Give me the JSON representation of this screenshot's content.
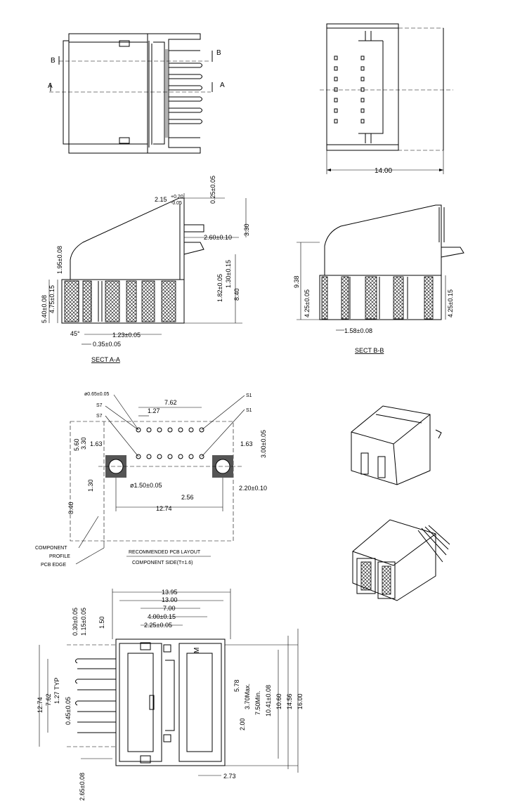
{
  "views": {
    "top": {
      "section_a": "A",
      "section_b": "B"
    },
    "front": {
      "width_dim": "14.00"
    },
    "sect_aa": {
      "title": "SECT A-A",
      "dims": [
        "2.15",
        "+0.20",
        "-0.05",
        "0.25±0.05",
        "2.60±0.10",
        "3.30",
        "1.95±0.08",
        "5.40±0.08",
        "4.75±0.15",
        "1.82±0.05",
        "1.30±0.15",
        "8.40",
        "1.23±0.05",
        "0.35±0.05",
        "45°"
      ]
    },
    "sect_bb": {
      "title": "SECT B-B",
      "dims": [
        "9.38",
        "4.25±0.05",
        "4.25±0.15",
        "1.58±0.08"
      ]
    },
    "pcb": {
      "title": "RECOMMENDED PCB LAYOUT",
      "subtitle": "COMPONENT SIDE(T=1.6)",
      "labels": [
        "ø0.65±0.05",
        "S7",
        "S7",
        "7.62",
        "1.27",
        "S1",
        "S1",
        "5.60",
        "3.30",
        "1.63",
        "1.63",
        "3.00±0.05",
        "1.30",
        "ø1.50±0.05",
        "2.20±0.10",
        "2.56",
        "8.40",
        "12.74"
      ],
      "component_profile": [
        "COMPONENT",
        "PROFILE"
      ],
      "pcb_edge": "PCB EDGE"
    },
    "bottom": {
      "dims_top": [
        "13.95",
        "13.00",
        "7.00",
        "4.00±0.15",
        "2.25±0.05"
      ],
      "dims_left": [
        "0.30±0.05",
        "1.15±0.05",
        "1.50",
        "12.74",
        "7.62",
        "1.27 TYP",
        "0.45±0.05",
        "2.65±0.08"
      ],
      "dims_right": [
        "5.78",
        "3.70Max.",
        "7.50Min.",
        "10.41±0.08",
        "10.60",
        "14.56",
        "16.00",
        "2.00",
        "2.73"
      ],
      "mark": "M"
    }
  }
}
